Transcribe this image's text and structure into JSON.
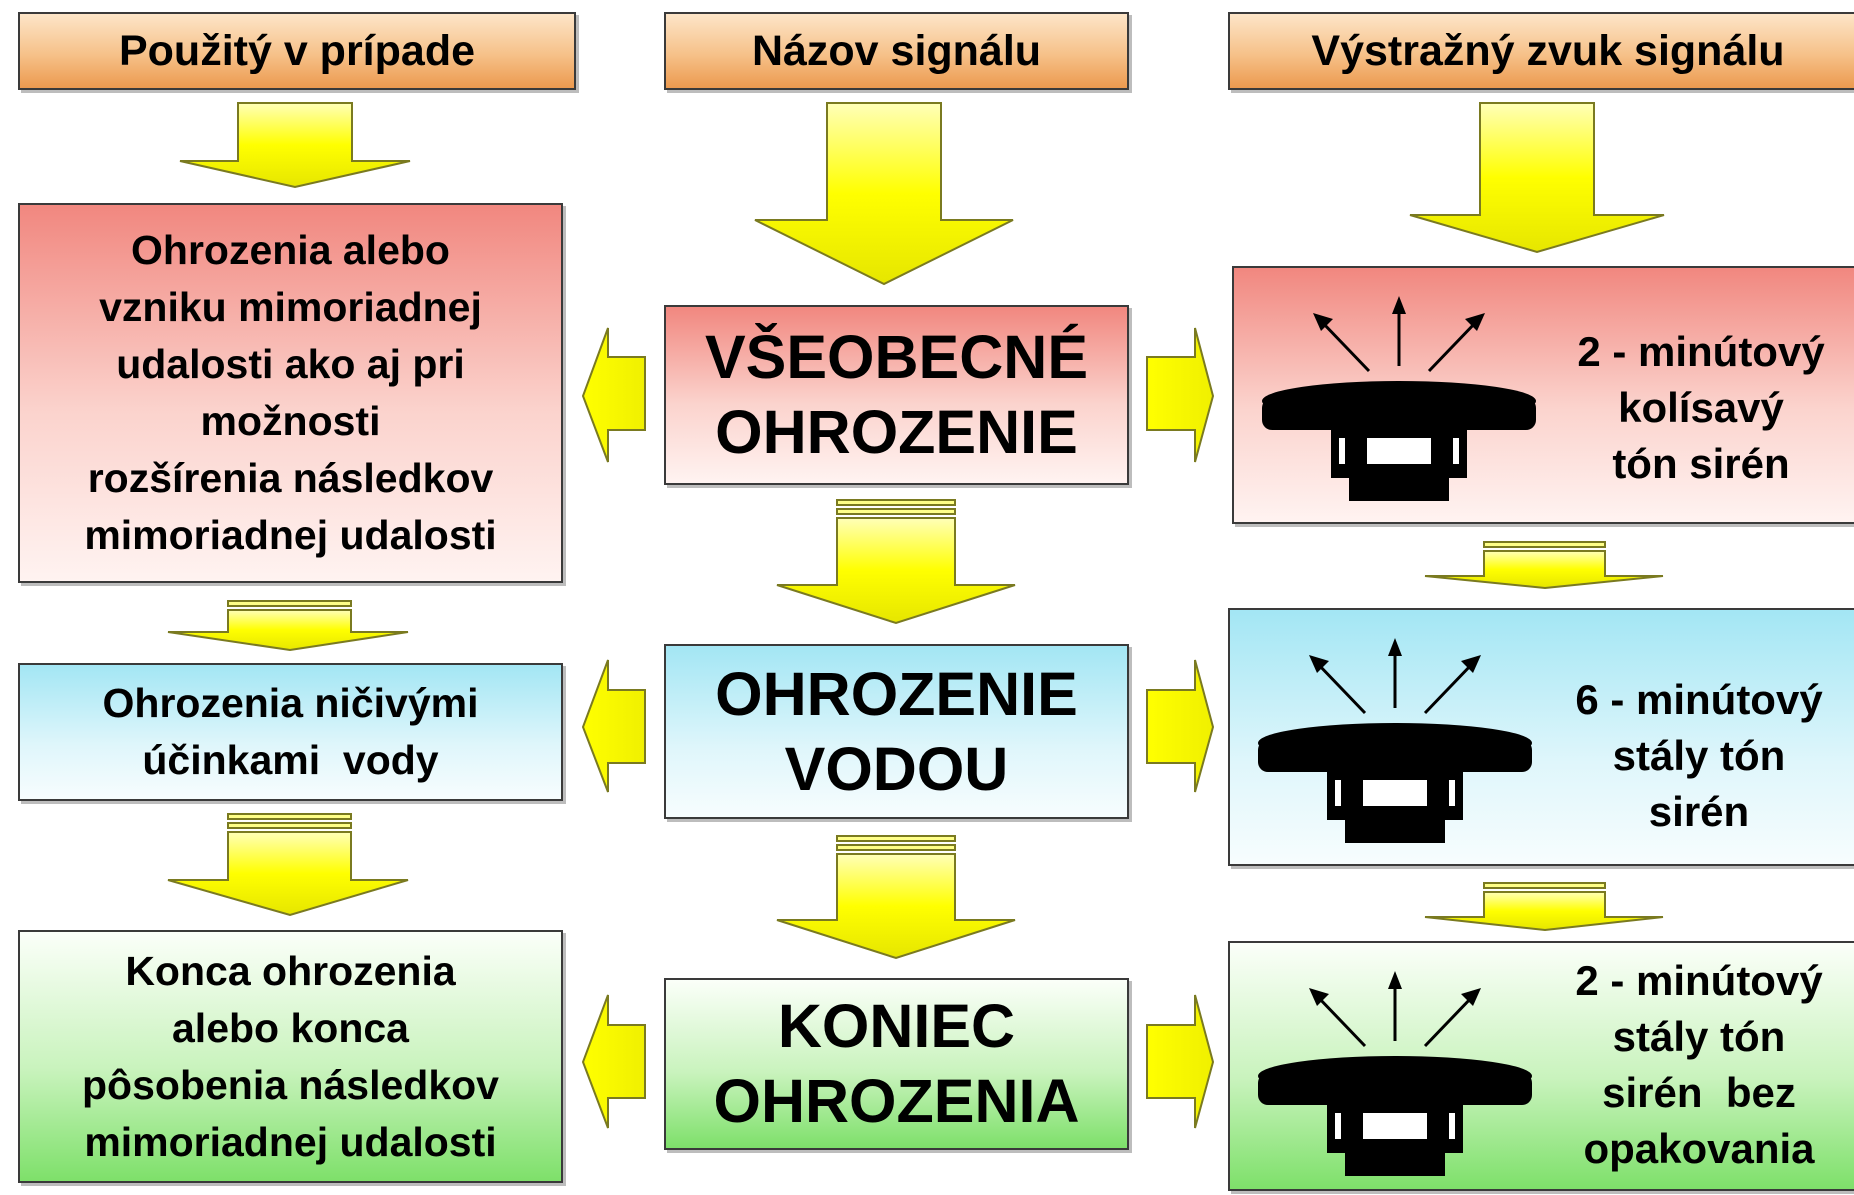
{
  "headers": {
    "used_in_case": "Použitý v prípade",
    "signal_name": "Názov signálu",
    "warning_sound": "Výstražný zvuk  signálu"
  },
  "rows": [
    {
      "case": [
        "Ohrozenia alebo",
        "vzniku mimoriadnej",
        "udalosti ako aj pri",
        "možnosti",
        "rozšírenia následkov",
        "mimoriadnej udalosti"
      ],
      "signal": [
        "VŠEOBECNÉ",
        "OHROZENIE"
      ],
      "sound": [
        "2 - minútový",
        "kolísavý",
        "tón sirén"
      ],
      "siren_icon": "siren-icon"
    },
    {
      "case": [
        "Ohrozenia ničivými",
        "účinkami  vody"
      ],
      "signal": [
        "OHROZENIE",
        "VODOU"
      ],
      "sound": [
        "6 - minútový",
        "stály tón",
        "sirén"
      ],
      "siren_icon": "siren-icon"
    },
    {
      "case": [
        "Konca ohrozenia",
        "alebo konca",
        "pôsobenia následkov",
        "mimoriadnej udalosti"
      ],
      "signal": [
        "KONIEC",
        "OHROZENIA"
      ],
      "sound": [
        "2 - minútový",
        "stály tón",
        "sirén  bez",
        "opakovania"
      ],
      "siren_icon": "siren-icon"
    }
  ],
  "colors": {
    "header": "#f6c189",
    "general_threat": "#f1877f",
    "water_threat": "#a3e6f4",
    "end_threat": "#7ee06a",
    "arrow_fill": "#ffff00",
    "arrow_stroke": "#8a8a00"
  }
}
